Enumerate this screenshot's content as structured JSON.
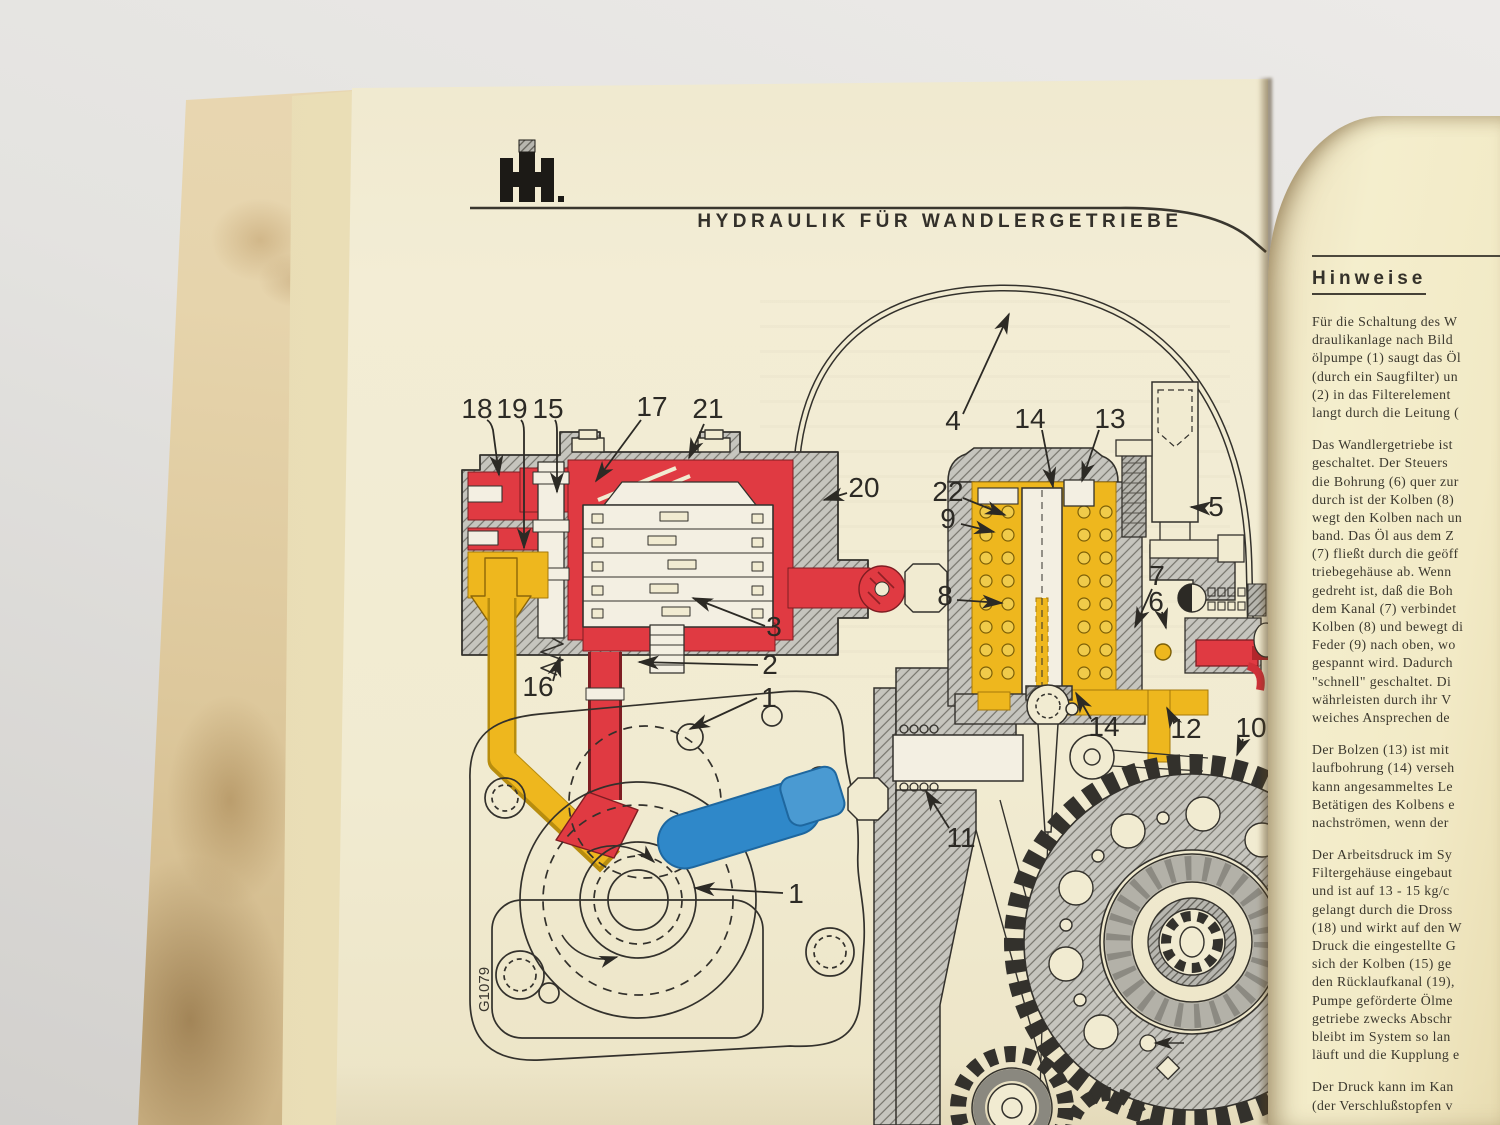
{
  "page": {
    "brand": "IH",
    "title": "HYDRAULIK FÜR WANDLERGETRIEBE",
    "figure_code": "G1079"
  },
  "diagram": {
    "colors": {
      "pressure_oil_red": "#e03a42",
      "suction_oil_yellow": "#eeb71e",
      "lever_blue": "#2f88c9",
      "body_gray": "#c6c5be",
      "line": "#33312c"
    },
    "callouts": [
      "18",
      "19",
      "15",
      "17",
      "21",
      "20",
      "16",
      "3",
      "2",
      "1",
      "1",
      "4",
      "14",
      "13",
      "22",
      "9",
      "5",
      "8",
      "7",
      "6",
      "14",
      "12",
      "10",
      "11"
    ]
  },
  "right_page": {
    "heading": "Hinweise",
    "paragraphs": [
      [
        "Für die Schaltung des W",
        "draulikanlage nach Bild",
        "ölpumpe (1) saugt das Öl",
        "(durch ein Saugfilter) un",
        "(2) in das Filterelement",
        "langt durch die Leitung ("
      ],
      [
        "Das Wandlergetriebe ist",
        "geschaltet. Der Steuers",
        "die Bohrung (6) quer zur",
        "durch ist der Kolben (8)",
        "wegt den Kolben nach un",
        "band. Das Öl aus dem Z",
        "(7) fließt durch die geöff",
        "triebegehäuse ab. Wenn",
        "gedreht ist, daß die Boh",
        "dem Kanal (7) verbindet",
        "Kolben (8) und bewegt di",
        "Feder (9) nach oben, wo",
        "gespannt wird. Dadurch",
        "\"schnell\" geschaltet. Di",
        "währleisten durch ihr V",
        "weiches Ansprechen de"
      ],
      [
        "Der Bolzen (13) ist mit",
        "laufbohrung (14) verseh",
        "kann angesammeltes Le",
        "Betätigen des Kolbens e",
        "nachströmen, wenn der"
      ],
      [
        "Der Arbeitsdruck im Sy",
        "Filtergehäuse eingebaut",
        "und ist auf 13 - 15 kg/c",
        "gelangt durch die Dross",
        "(18) und wirkt auf den W",
        "Druck die eingestellte G",
        "sich der Kolben (15) ge",
        "den Rücklaufkanal (19),",
        "Pumpe geförderte Ölme",
        "getriebe zwecks Abschr",
        "bleibt im System so lan",
        "läuft und die Kupplung e"
      ],
      [
        "Der Druck kann im Kan",
        "(der Verschlußstopfen v"
      ]
    ]
  }
}
